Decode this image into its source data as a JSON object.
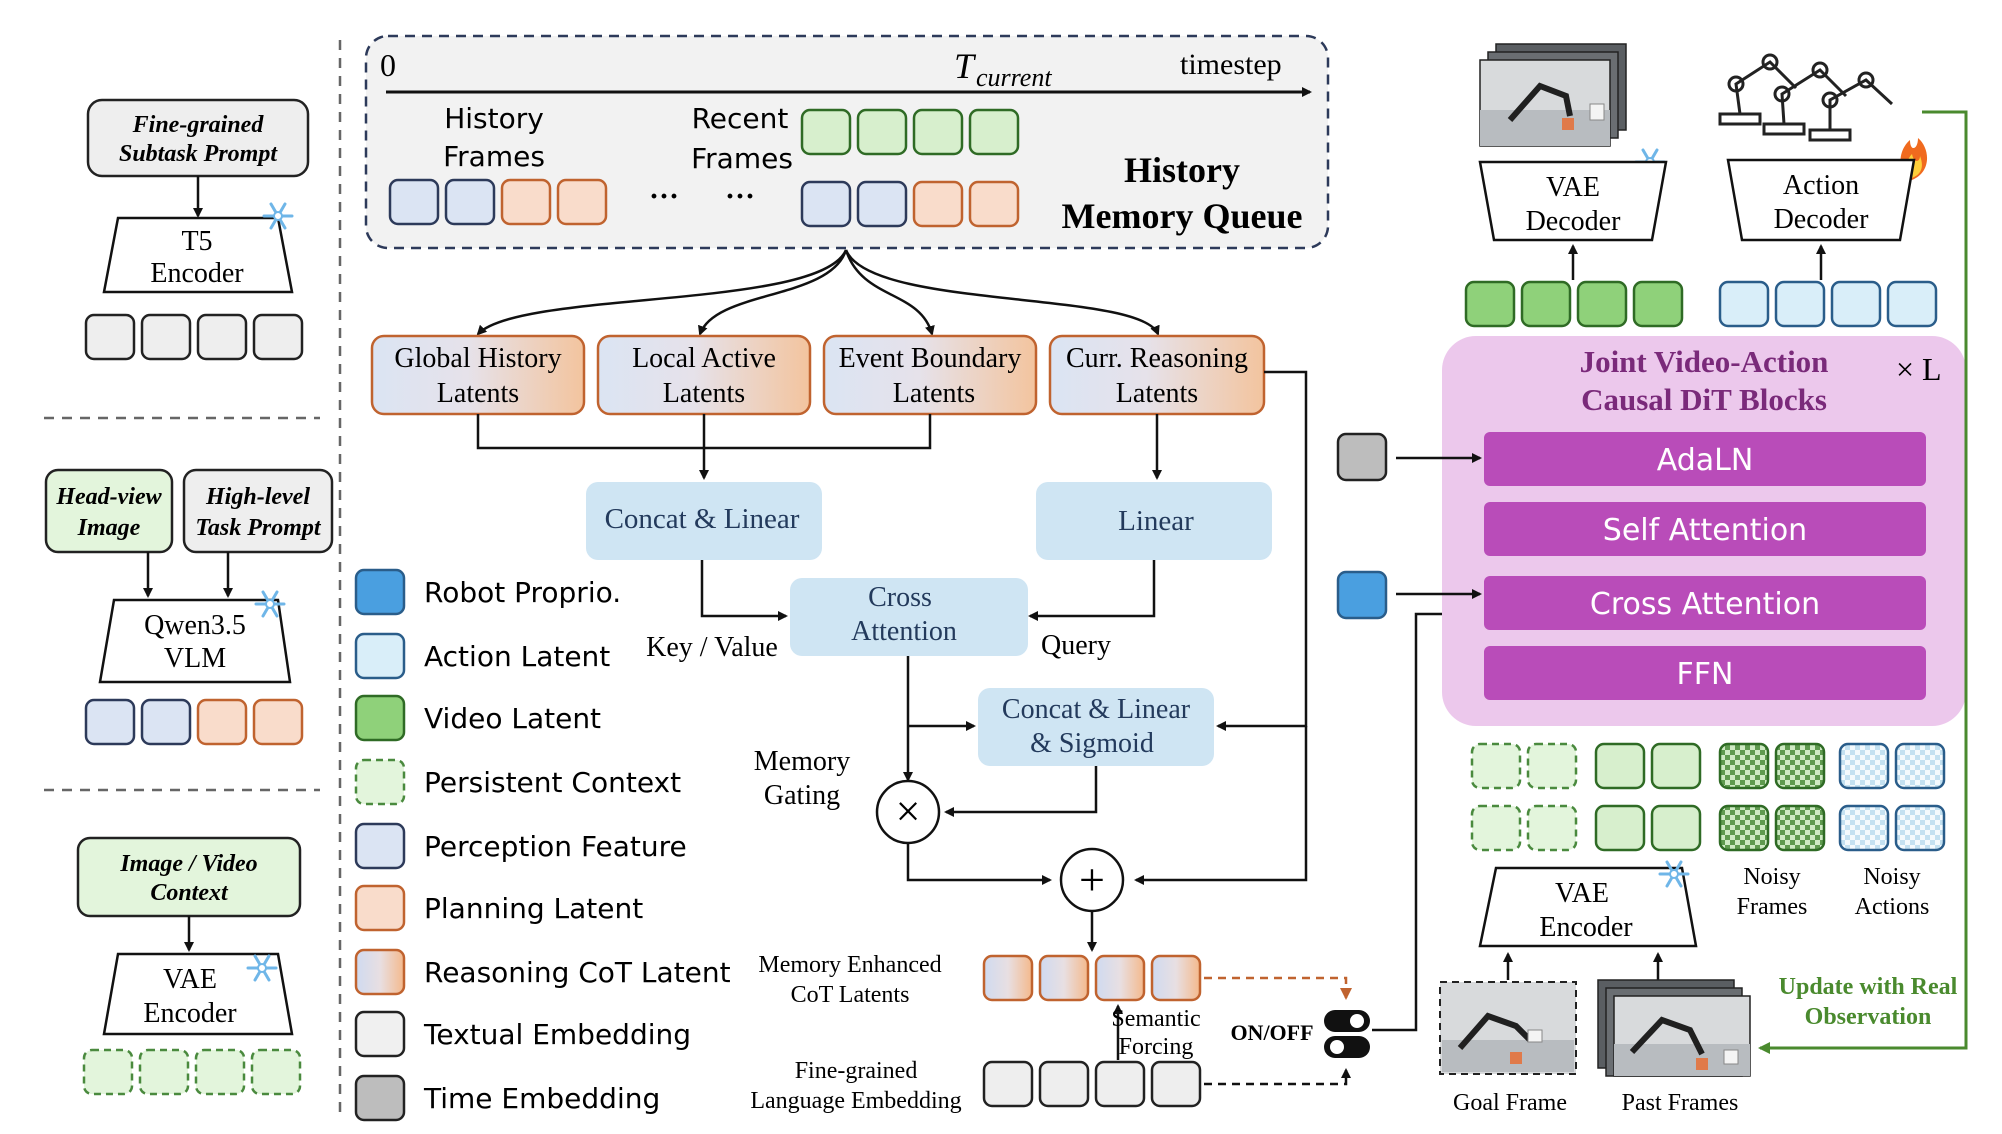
{
  "left_panel": {
    "t5": {
      "prompt_line1": "Fine-grained",
      "prompt_line2": "Subtask Prompt",
      "encoder_line1": "T5",
      "encoder_line2": "Encoder"
    },
    "vlm": {
      "head_line1": "Head-view",
      "head_line2": "Image",
      "task_line1": "High-level",
      "task_line2": "Task Prompt",
      "vlm_line1": "Qwen3.5",
      "vlm_line2": "VLM"
    },
    "vae": {
      "ctx_line1": "Image / Video",
      "ctx_line2": "Context",
      "encoder_line1": "VAE",
      "encoder_line2": "Encoder"
    }
  },
  "queue": {
    "start": "0",
    "t_current": "T",
    "t_sub": "current",
    "timestep": "timestep",
    "history_line1": "History",
    "history_line2": "Frames",
    "recent_line1": "Recent",
    "recent_line2": "Frames",
    "ellipsis": "···",
    "title_line1": "History",
    "title_line2": "Memory Queue"
  },
  "latents": [
    {
      "line1": "Global History",
      "line2": "Latents"
    },
    {
      "line1": "Local Active",
      "line2": "Latents"
    },
    {
      "line1": "Event Boundary",
      "line2": "Latents"
    },
    {
      "line1": "Curr. Reasoning",
      "line2": "Latents"
    }
  ],
  "blocks": {
    "concat_linear": "Concat & Linear",
    "linear": "Linear",
    "cross_attn_line1": "Cross",
    "cross_attn_line2": "Attention",
    "key_value": "Key / Value",
    "query": "Query",
    "concat_sig_line1": "Concat & Linear",
    "concat_sig_line2": "& Sigmoid",
    "memory_gating_line1": "Memory",
    "memory_gating_line2": "Gating",
    "times": "×",
    "plus": "+",
    "mem_enh_line1": "Memory Enhanced",
    "mem_enh_line2": "CoT Latents",
    "fine_lang_line1": "Fine-grained",
    "fine_lang_line2": "Language Embedding",
    "semantic_line1": "Semantic",
    "semantic_line2": "Forcing",
    "onoff": "ON/OFF"
  },
  "legend": [
    {
      "label": "Robot Proprio.",
      "fill": "#4a9fe0",
      "stroke": "#2a5d8a",
      "style": "solid"
    },
    {
      "label": "Action Latent",
      "fill": "#d9eef9",
      "stroke": "#2a5d8a",
      "style": "solid"
    },
    {
      "label": "Video Latent",
      "fill": "#8fd17a",
      "stroke": "#2f6b25",
      "style": "solid"
    },
    {
      "label": "Persistent Context",
      "fill": "#e3f5dc",
      "stroke": "#4a8a3e",
      "style": "dashed"
    },
    {
      "label": "Perception Feature",
      "fill": "#dbe4f3",
      "stroke": "#2d3a5a",
      "style": "solid"
    },
    {
      "label": "Planning Latent",
      "fill": "#f9dccb",
      "stroke": "#c0632f",
      "style": "solid"
    },
    {
      "label": "Reasoning CoT Latent",
      "fill": "gradient",
      "stroke": "#c0632f",
      "style": "solid"
    },
    {
      "label": "Textual Embedding",
      "fill": "#f0f0f0",
      "stroke": "#222222",
      "style": "solid"
    },
    {
      "label": "Time Embedding",
      "fill": "#bdbdbd",
      "stroke": "#222222",
      "style": "solid"
    }
  ],
  "right_panel": {
    "vae_decoder_line1": "VAE",
    "vae_decoder_line2": "Decoder",
    "action_decoder_line1": "Action",
    "action_decoder_line2": "Decoder",
    "dit_title_line1": "Joint Video-Action",
    "dit_title_line2": "Causal DiT Blocks",
    "times_l": "× L",
    "dit_layers": [
      "AdaLN",
      "Self Attention",
      "Cross Attention",
      "FFN"
    ],
    "noisy_frames_line1": "Noisy",
    "noisy_frames_line2": "Frames",
    "noisy_actions_line1": "Noisy",
    "noisy_actions_line2": "Actions",
    "vae_encoder_line1": "VAE",
    "vae_encoder_line2": "Encoder",
    "goal_frame": "Goal Frame",
    "past_frames": "Past Frames",
    "update_line1": "Update with Real",
    "update_line2": "Observation"
  },
  "colors": {
    "dit_bg": "#ecc8ec",
    "dit_layer": "#b94cb9",
    "dit_title": "#7a2a7a",
    "latent_box": "#dde5f2",
    "latent_border": "#c0632f",
    "blue_box": "#cfe5f3",
    "update_green": "#4a8a2e"
  }
}
